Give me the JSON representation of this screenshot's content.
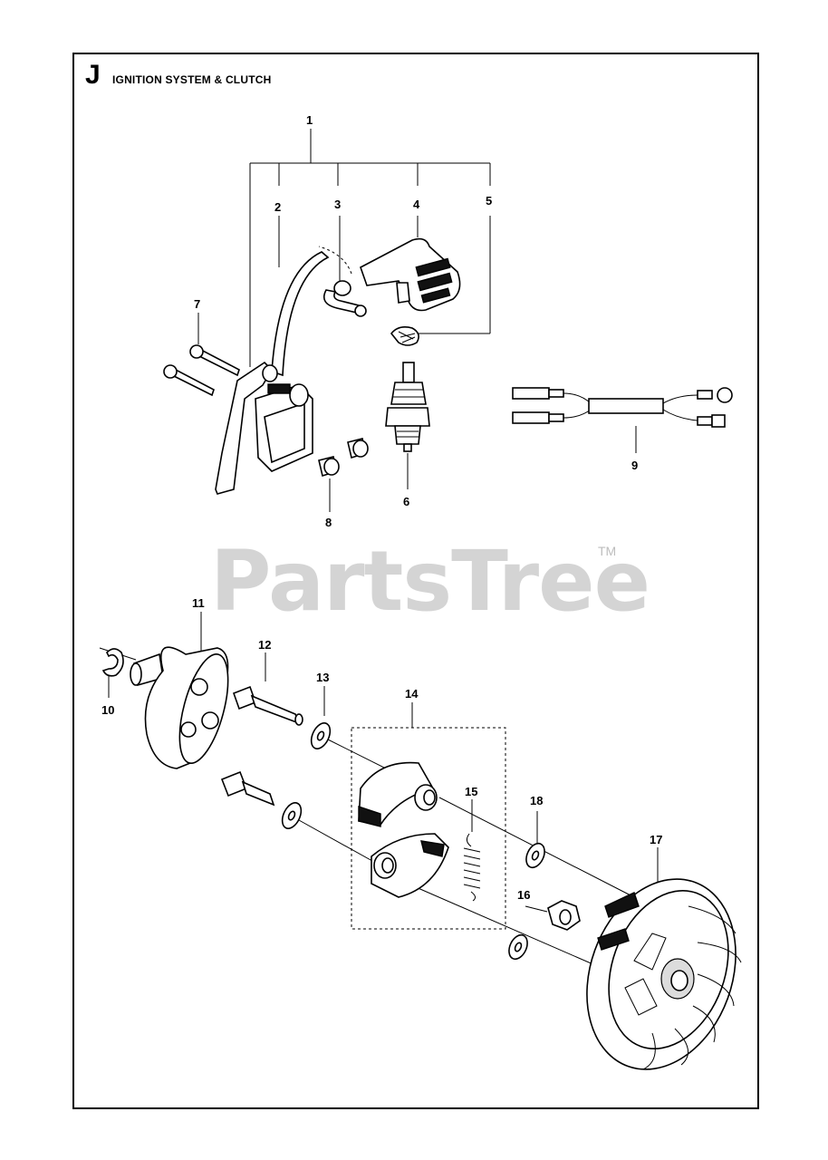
{
  "header": {
    "section_letter": "J",
    "title": "IGNITION SYSTEM & CLUTCH"
  },
  "watermark": {
    "text": "PartsTree",
    "trademark": "TM"
  },
  "callouts": [
    {
      "id": "1",
      "label": "1"
    },
    {
      "id": "2",
      "label": "2"
    },
    {
      "id": "3",
      "label": "3"
    },
    {
      "id": "4",
      "label": "4"
    },
    {
      "id": "5",
      "label": "5"
    },
    {
      "id": "6",
      "label": "6"
    },
    {
      "id": "7",
      "label": "7"
    },
    {
      "id": "8",
      "label": "8"
    },
    {
      "id": "9",
      "label": "9"
    },
    {
      "id": "10",
      "label": "10"
    },
    {
      "id": "11",
      "label": "11"
    },
    {
      "id": "12",
      "label": "12"
    },
    {
      "id": "13",
      "label": "13"
    },
    {
      "id": "14",
      "label": "14"
    },
    {
      "id": "15",
      "label": "15"
    },
    {
      "id": "16",
      "label": "16"
    },
    {
      "id": "17",
      "label": "17"
    },
    {
      "id": "18",
      "label": "18"
    }
  ]
}
